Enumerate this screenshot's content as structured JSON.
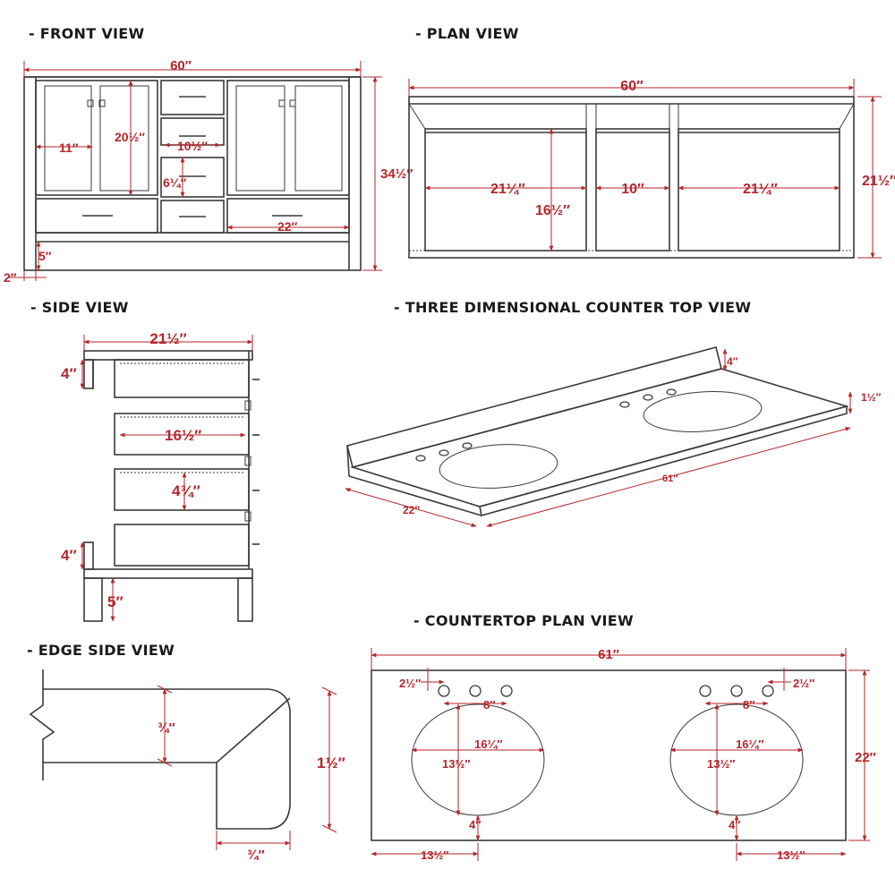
{
  "views": {
    "front": "- FRONT VIEW",
    "plan": "- PLAN VIEW",
    "side": "- SIDE VIEW",
    "three_d": "- THREE DIMENSIONAL COUNTER TOP VIEW",
    "countertop_plan": "- COUNTERTOP PLAN VIEW",
    "edge_side": "- EDGE SIDE VIEW"
  },
  "front_dims": {
    "width": "60″",
    "height": "34½″",
    "door_width": "11″",
    "door_height": "20½″",
    "drawer_width": "10½″",
    "drawer_height": "6¼″",
    "bottom_drawer": "22″",
    "leg_height": "5″",
    "leg_width": "2″"
  },
  "plan_dims": {
    "width": "60″",
    "depth": "21½″",
    "left_opening": "21¼″",
    "center_opening": "10″",
    "right_opening": "21¼″",
    "opening_height": "16½″"
  },
  "side_dims": {
    "depth": "21½″",
    "top_rail": "4″",
    "drawer_depth": "16½″",
    "drawer_height": "4¾″",
    "bottom_rail": "4″",
    "leg_height": "5″"
  },
  "three_d_dims": {
    "backsplash": "4″",
    "thickness": "1½″",
    "length": "61″",
    "depth": "22″"
  },
  "countertop_plan_dims": {
    "width": "61″",
    "depth": "22″",
    "left_hole_offset": "2½″",
    "right_hole_offset": "2½″",
    "left_faucet_spread": "8″",
    "right_faucet_spread": "8″",
    "left_bowl_width": "16¼″",
    "right_bowl_width": "16¼″",
    "left_bowl_depth": "13½″",
    "right_bowl_depth": "13½″",
    "left_front_gap": "4″",
    "right_front_gap": "4″",
    "left_edge_to_center": "13½″",
    "right_edge_to_center": "13½″"
  },
  "edge_dims": {
    "slab": "¾″",
    "total": "1½″",
    "lip": "¾″"
  }
}
